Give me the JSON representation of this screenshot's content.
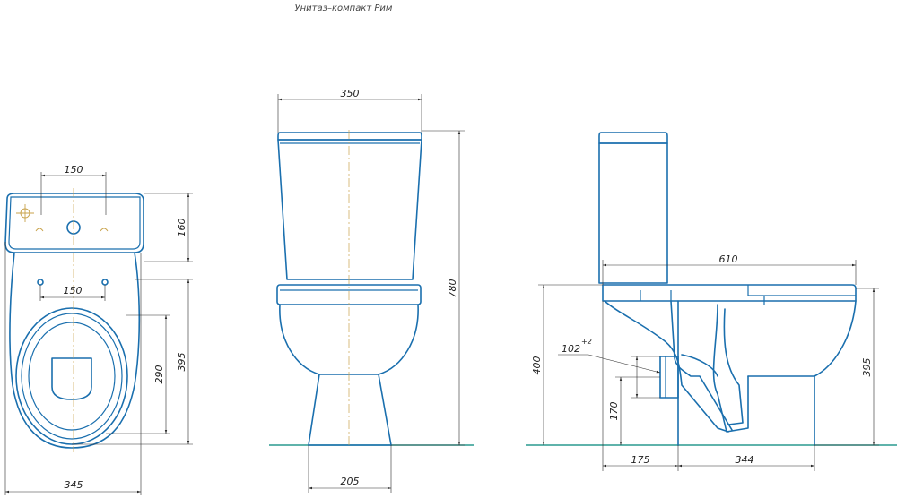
{
  "title": "Унитаз–компакт Рим",
  "dimensions": {
    "top_holes_spacing": "150",
    "top_seat_holes_spacing": "150",
    "top_tank_depth": "160",
    "top_seat_length": "290",
    "top_bowl_length": "395",
    "top_width": "345",
    "front_tank_width": "350",
    "front_height": "780",
    "front_base_width": "205",
    "side_length": "610",
    "side_height": "400",
    "side_bowl_height": "395",
    "side_outlet_diameter": "102",
    "side_outlet_tolerance": "+2",
    "side_outlet_height": "170",
    "side_outlet_offset": "175",
    "side_base_length": "344"
  },
  "colors": {
    "ink": "#1a6fae",
    "floor": "#2a9a8f",
    "axis": "#c8a24a"
  }
}
